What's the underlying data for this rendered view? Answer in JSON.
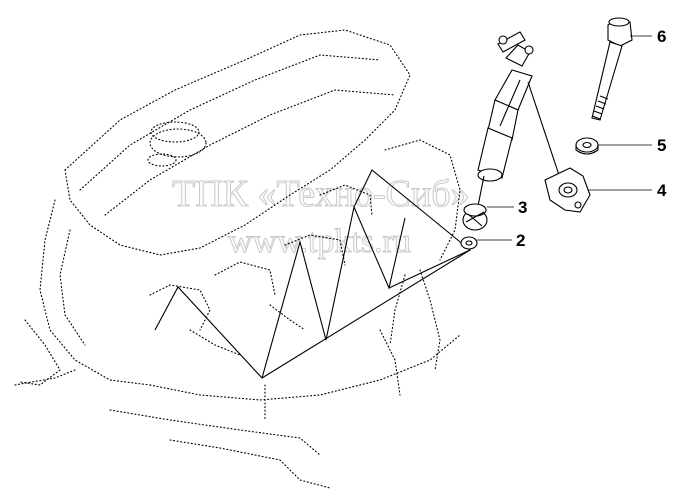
{
  "watermark": {
    "line1": "ТПК «Техно-Сиб»",
    "line2": "www.tpkts.ru"
  },
  "callouts": [
    {
      "id": "2",
      "label": "2"
    },
    {
      "id": "3",
      "label": "3"
    },
    {
      "id": "4",
      "label": "4"
    },
    {
      "id": "5",
      "label": "5"
    },
    {
      "id": "6",
      "label": "6"
    }
  ],
  "colors": {
    "line": "#000000",
    "watermark": "#c9c9c9",
    "background": "#ffffff"
  }
}
